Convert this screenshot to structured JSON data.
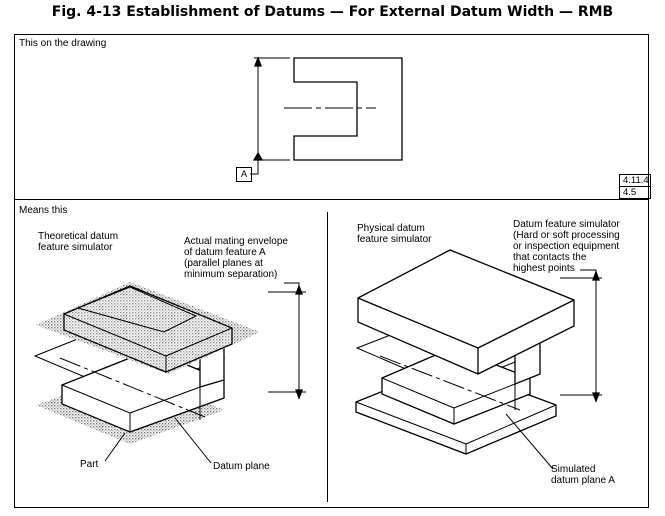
{
  "figure_title": "Fig. 4-13    Establishment of Datums — For External Datum Width — RMB",
  "top_panel": {
    "label": "This on the drawing",
    "datum_letter": "A",
    "references": [
      "4.11.4",
      "4.5"
    ]
  },
  "bottom_panel": {
    "label": "Means this",
    "left": {
      "theoretical_label": "Theoretical datum\nfeature simulator",
      "envelope_label": "Actual mating envelope\nof datum feature A\n(parallel planes at\nminimum separation)",
      "part_label": "Part",
      "datum_plane_label": "Datum plane"
    },
    "right": {
      "physical_label": "Physical datum\nfeature simulator",
      "simulator_label": "Datum feature simulator\n(Hard or soft processing\nor inspection equipment\nthat contacts the\nhighest points",
      "simulated_label": "Simulated\ndatum plane A"
    }
  },
  "colors": {
    "line": "#000000",
    "background": "#ffffff",
    "hatch": "#777777"
  }
}
